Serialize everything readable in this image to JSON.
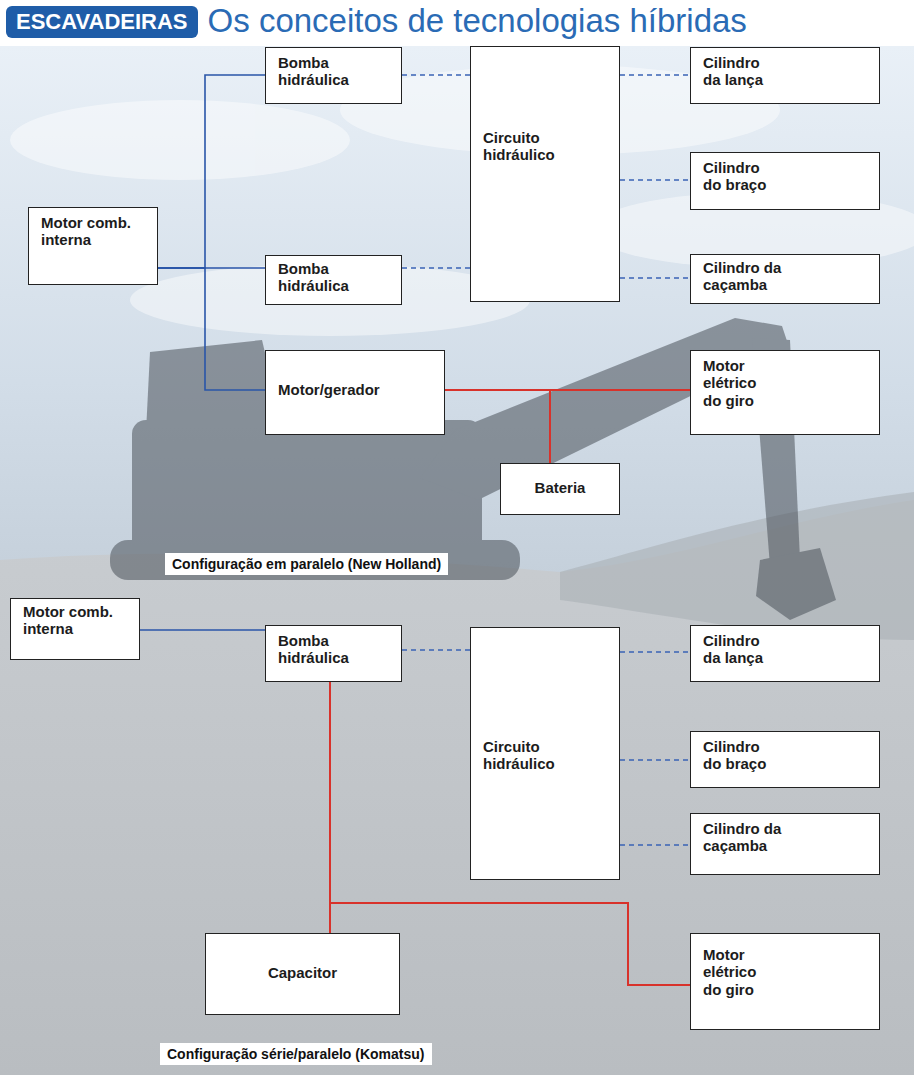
{
  "diagram": {
    "title": "ESCAVADEIRAS",
    "nodes": [
      {
        "text": [
          "Bomba hidráulica"
        ]
      },
      {
        "text": [
          "Circuito hidráulico"
        ]
      },
      {
        "text": [
          "Cilindro da lança"
        ]
      },
      {
        "text": [
          "Motor comb. interna"
        ]
      },
      {
        "text": [
          "Cilindro do braço"
        ]
      },
      {
        "text": [
          "Bomba hidráulica"
        ]
      },
      {
        "text": [
          "Cilindro da caçamba"
        ]
      },
      {
        "text": [
          "Motor/gerador"
        ]
      },
      {
        "text": [
          "Motor elétrico do giro"
        ]
      },
      {
        "text": [
          "Bateria"
        ]
      },
      {
        "text": [
          "Motor comb. interna"
        ]
      },
      {
        "text": [
          "Bomba hidráulica"
        ]
      },
      {
        "text": [
          "Circuito hidráulico"
        ]
      },
      {
        "text": [
          "Cilindro da lança"
        ]
      },
      {
        "text": [
          "Cilindro do braço"
        ]
      },
      {
        "text": [
          "Cilindro da caçamba"
        ]
      },
      {
        "text": [
          "Capacitor"
        ]
      },
      {
        "text": [
          "Motor elétrico do giro"
        ]
      }
    ],
    "edges": [
      {
        "from": 3,
        "to": 0,
        "arrow": "none"
      },
      {
        "from": 3,
        "to": 5,
        "arrow": "none"
      },
      {
        "from": 3,
        "to": 7,
        "arrow": "none"
      },
      {
        "from": 0,
        "to": 1,
        "arrow": "none"
      },
      {
        "from": 5,
        "to": 1,
        "arrow": "none"
      },
      {
        "from": 1,
        "to": 2,
        "arrow": "none"
      },
      {
        "from": 1,
        "to": 4,
        "arrow": "none"
      },
      {
        "from": 1,
        "to": 6,
        "arrow": "none"
      },
      {
        "from": 7,
        "to": 8,
        "arrow": "none"
      },
      {
        "from": 9,
        "to": 7,
        "arrow": "none"
      },
      {
        "from": 9,
        "to": 8,
        "arrow": "none"
      },
      {
        "from": 10,
        "to": 11,
        "arrow": "none"
      },
      {
        "from": 11,
        "to": 12,
        "arrow": "none"
      },
      {
        "from": 12,
        "to": 13,
        "arrow": "none"
      },
      {
        "from": 12,
        "to": 14,
        "arrow": "none"
      },
      {
        "from": 12,
        "to": 15,
        "arrow": "none"
      },
      {
        "from": 11,
        "to": 16,
        "arrow": "none"
      },
      {
        "from": 11,
        "to": 17,
        "arrow": "none"
      },
      {
        "from": 16,
        "to": 17,
        "arrow": "none"
      }
    ],
    "labels": [
      "Os conceitos de tecnologias híbridas",
      "Configuração em paralelo (New Holland)",
      "Configuração série/paralelo (Komatsu)"
    ]
  }
}
